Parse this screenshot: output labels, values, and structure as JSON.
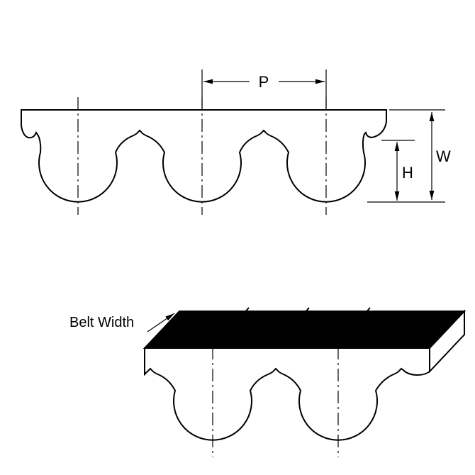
{
  "page": {
    "background": "#ffffff"
  },
  "diagram": {
    "labels": {
      "pitch": "P",
      "overall_depth": "W",
      "tooth_height": "H",
      "belt_width": "Belt Width"
    },
    "colors": {
      "line": "#000000",
      "belt_fill": "#ffffff",
      "top_face_fill": "#000000",
      "side_face_fill": "#ffffff"
    }
  }
}
